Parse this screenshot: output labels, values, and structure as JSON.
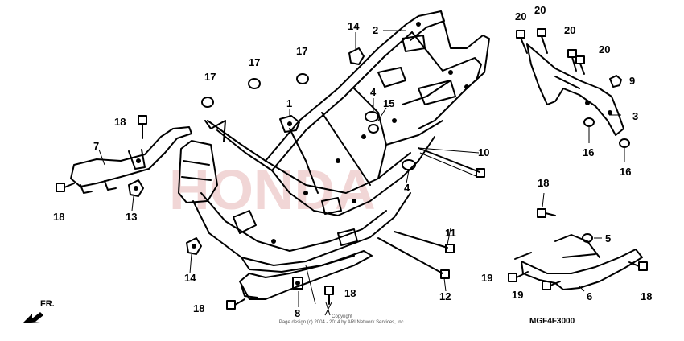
{
  "diagram": {
    "diagram_code": "MGF4F3000",
    "direction_label": "FR.",
    "copyright_line1": "Copyright",
    "copyright_line2": "Page design (c) 2004 - 2014 by ARI Network Services, Inc.",
    "watermark_text": "HONDA",
    "callouts": [
      "20",
      "20",
      "20",
      "20",
      "9",
      "3",
      "16",
      "16",
      "2",
      "14",
      "17",
      "17",
      "17",
      "1",
      "4",
      "15",
      "10",
      "4",
      "18",
      "7",
      "18",
      "13",
      "14",
      "11",
      "12",
      "18",
      "8",
      "18",
      "5",
      "19",
      "19",
      "6",
      "18"
    ]
  }
}
